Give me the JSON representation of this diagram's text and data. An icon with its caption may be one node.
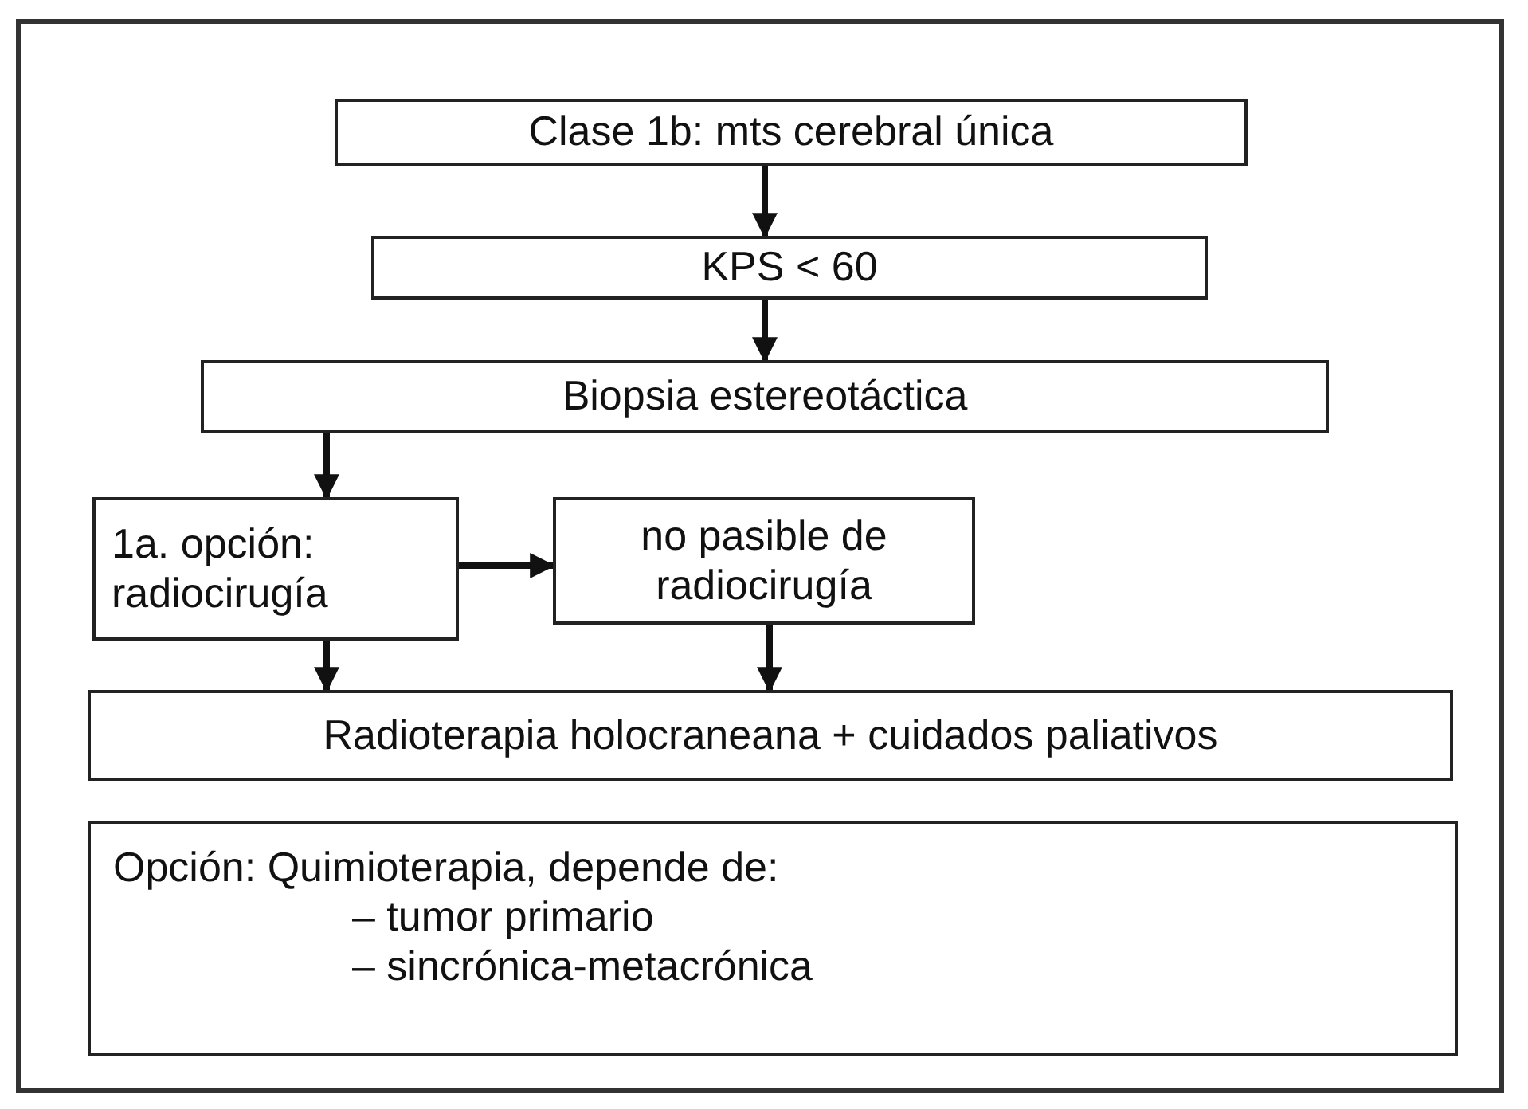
{
  "diagram": {
    "nodes": [
      {
        "text": [
          "Clase 1b: mts cerebral única"
        ]
      },
      {
        "text": [
          "KPS < 60"
        ]
      },
      {
        "text": [
          "Biopsia estereotáctica"
        ]
      },
      {
        "text": [
          "1a. opción: radiocirugía"
        ]
      },
      {
        "text": [
          "no pasible de radiocirugía"
        ]
      },
      {
        "text": [
          "Radioterapia holocraneana + cuidados paliativos"
        ]
      },
      {
        "text": [
          "Opción: Quimioterapia, depende de:",
          "– tumor primario",
          "– sincrónica-metacrónica"
        ]
      }
    ],
    "edges": [
      {
        "from": 0,
        "to": 1,
        "arrow": "to"
      },
      {
        "from": 1,
        "to": 2,
        "arrow": "to"
      },
      {
        "from": 2,
        "to": 3,
        "arrow": "to"
      },
      {
        "from": 3,
        "to": 4,
        "arrow": "to"
      },
      {
        "from": 3,
        "to": 5,
        "arrow": "to"
      },
      {
        "from": 4,
        "to": 5,
        "arrow": "to"
      }
    ]
  }
}
